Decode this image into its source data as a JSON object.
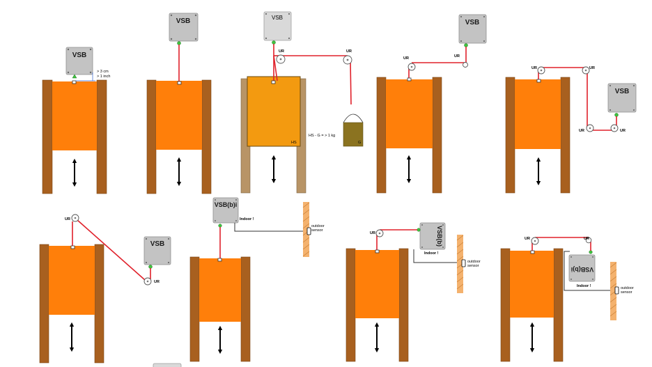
{
  "labels": {
    "vsb": "VSB",
    "vsb_b_i": "VSB(b)i",
    "vsb_b": "VSB(b)",
    "ur": "UR",
    "gap_cm": "> 3 cm",
    "gap_inch": "> 1 inch",
    "hs": "HS",
    "g": "G",
    "counterweight": "HS - G = > 1 kg",
    "indoor": "Indoor !",
    "outdoor_line1": "outdoor",
    "outdoor_line2": "sensor"
  },
  "colors": {
    "door": "#ff7f0a",
    "door_alt": "#f39a10",
    "post": "#a8601f",
    "post_alt": "#b89466",
    "rope": "#e0202a",
    "vsb_box": "#c3c3c3",
    "clamp": "#40c040",
    "weight": "#8b7320",
    "wall": "#f4b26e"
  },
  "icons": [
    "pulley-icon",
    "rope-clamp-icon",
    "up-down-arrow-icon",
    "outdoor-sensor-icon",
    "counterweight-icon"
  ]
}
